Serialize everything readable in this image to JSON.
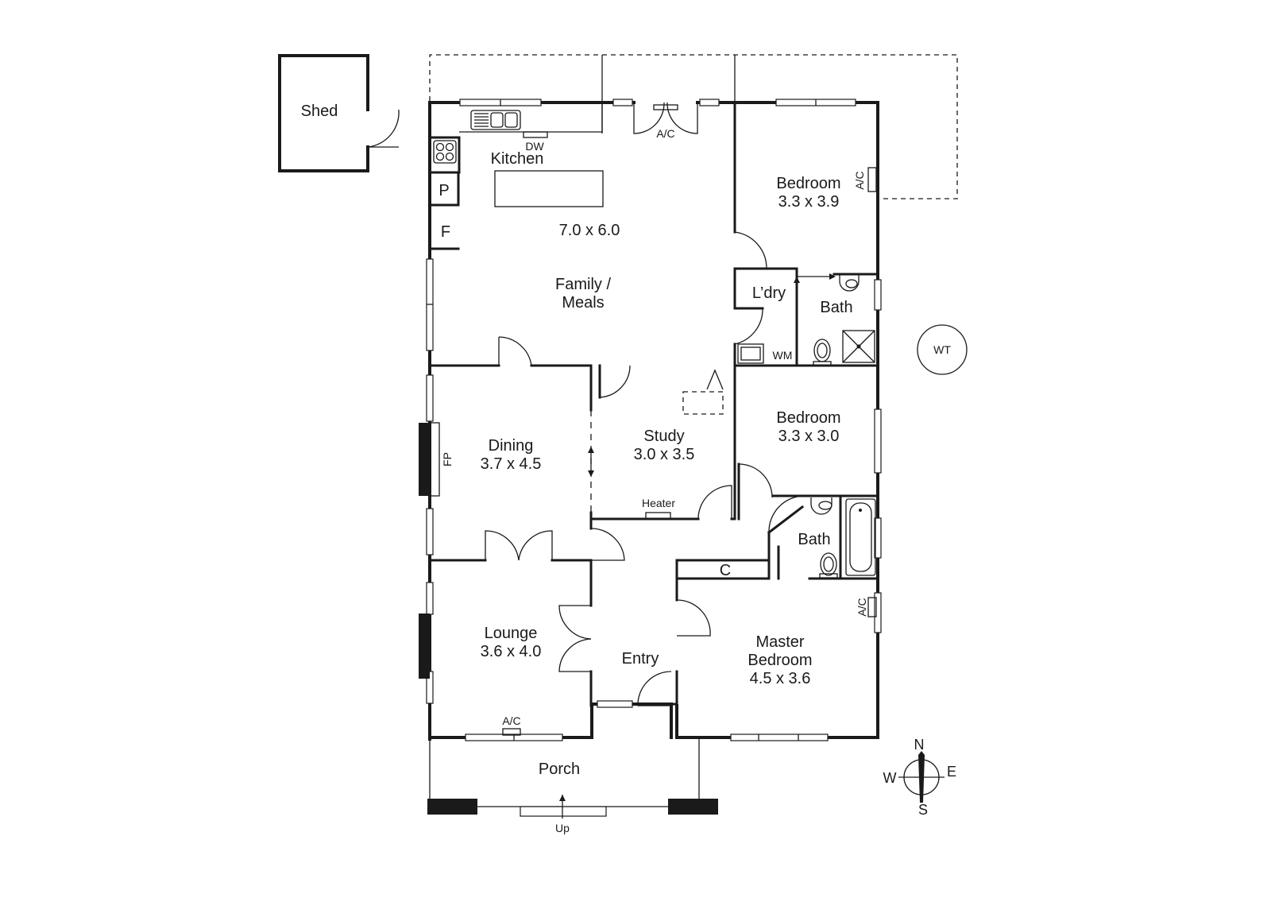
{
  "rooms": {
    "shed": {
      "name": "Shed"
    },
    "kitchen": {
      "name": "Kitchen"
    },
    "dishwasher": {
      "code": "DW"
    },
    "pantry": {
      "code": "P"
    },
    "fridge": {
      "code": "F"
    },
    "family_meals": {
      "line1": "Family /",
      "line2": "Meals",
      "size": "7.0 x 6.0"
    },
    "bedroom_ne": {
      "name": "Bedroom",
      "size": "3.3 x 3.9"
    },
    "laundry": {
      "name": "L’dry"
    },
    "washing_machine": {
      "code": "WM"
    },
    "bath_upper": {
      "name": "Bath"
    },
    "water_tank": {
      "code": "WT"
    },
    "dining": {
      "name": "Dining",
      "size": "3.7 x 4.5"
    },
    "fireplace": {
      "code": "FP"
    },
    "study": {
      "name": "Study",
      "size": "3.0 x 3.5"
    },
    "heater": {
      "name": "Heater"
    },
    "bedroom_mid": {
      "name": "Bedroom",
      "size": "3.3 x 3.0"
    },
    "bath_lower": {
      "name": "Bath"
    },
    "cupboard": {
      "code": "C"
    },
    "lounge": {
      "name": "Lounge",
      "size": "3.6 x 4.0"
    },
    "entry": {
      "name": "Entry"
    },
    "master": {
      "line1": "Master",
      "line2": "Bedroom",
      "size": "4.5 x 3.6"
    },
    "porch": {
      "name": "Porch"
    },
    "steps": {
      "label": "Up"
    }
  },
  "ac": {
    "label": "A/C"
  },
  "compass": {
    "n": "N",
    "e": "E",
    "s": "S",
    "w": "W"
  }
}
